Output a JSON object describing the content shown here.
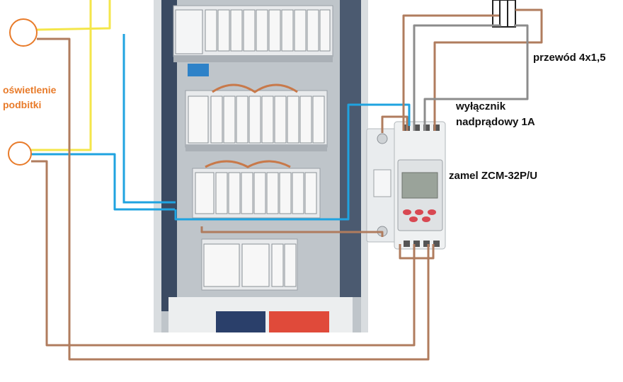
{
  "labels": {
    "lighting_line1": "oświetlenie",
    "lighting_line2": "podbitki",
    "cable": "przewód 4x1,5",
    "breaker_line1": "wyłącznik",
    "breaker_line2": "nadprądowy 1A",
    "timer": "zamel ZCM-32P/U"
  },
  "colors": {
    "brown_wire": "#b07c5e",
    "grey_wire": "#8c8c8c",
    "blue_wire": "#1fa3e0",
    "yellow_wire": "#f4e64a",
    "label_orange": "#e87b2a",
    "timer_button_red": "#d84852"
  },
  "photo": {
    "description_visible": false
  }
}
